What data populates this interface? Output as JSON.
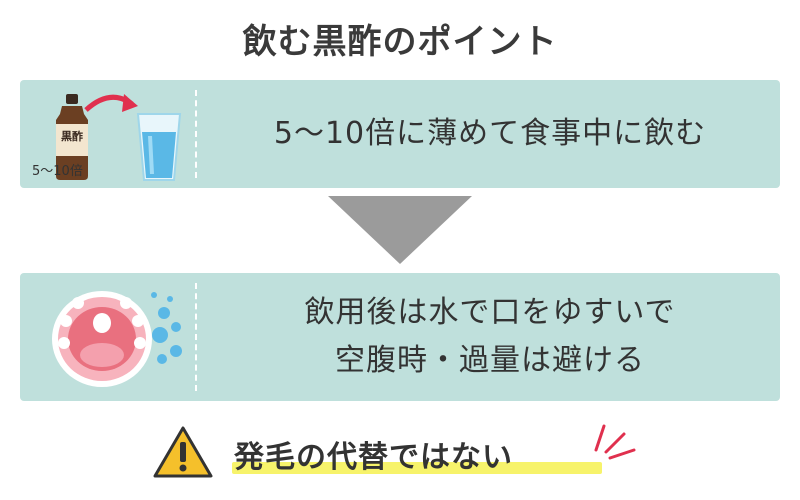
{
  "title": "飲む黒酢のポイント",
  "card1": {
    "bottle_label": "黒酢",
    "dilution_label": "5〜10倍",
    "text": "5〜10倍に薄めて食事中に飲む"
  },
  "card2": {
    "line1": "飲用後は水で口をゆすいで",
    "line2": "空腹時・過量は避ける"
  },
  "warning": {
    "text": "発毛の代替ではない"
  },
  "colors": {
    "card_bg": "#bfe0dc",
    "arrow": "#9b9b9b",
    "highlight": "#f7f36b",
    "accent_red": "#e0304e",
    "warning_yellow": "#f5c02b"
  }
}
